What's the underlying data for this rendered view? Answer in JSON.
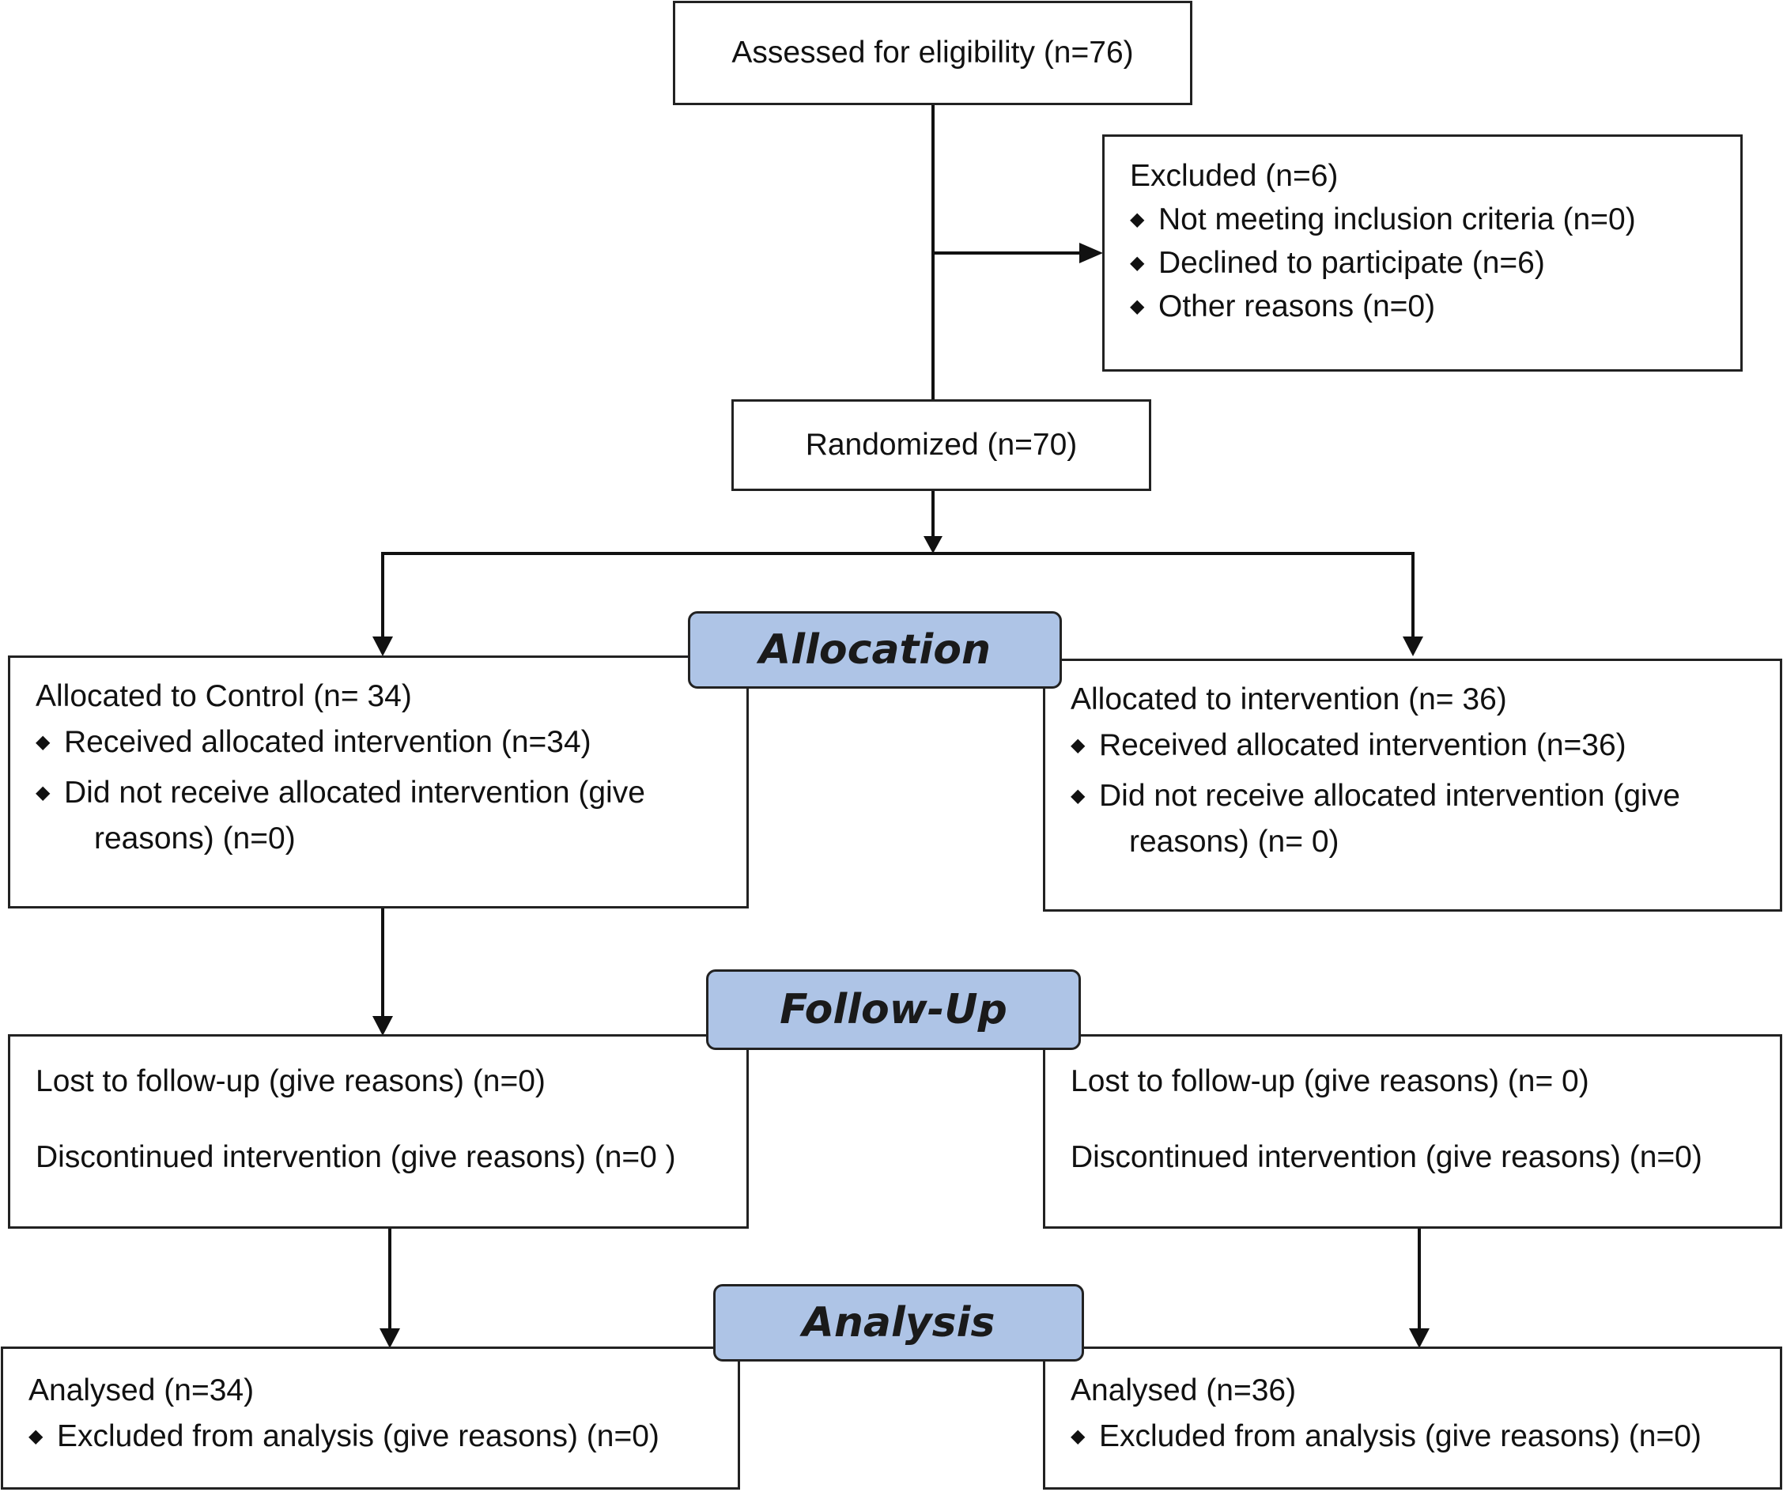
{
  "enrollment": {
    "assessed": "Assessed for eligibility (n=76)",
    "excluded": {
      "title": "Excluded (n=6)",
      "items": [
        "Not meeting inclusion criteria (n=0)",
        "Declined to participate (n=6)",
        "Other reasons (n=0)"
      ]
    },
    "randomized": "Randomized (n=70)"
  },
  "stages": {
    "allocation": "Allocation",
    "follow_up": "Follow-Up",
    "analysis": "Analysis"
  },
  "control": {
    "allocation": {
      "title": "Allocated to Control (n= 34)",
      "received": "Received allocated intervention (n=34)",
      "not_received_1": "Did not receive allocated intervention (give",
      "not_received_2": "reasons) (n=0)"
    },
    "follow_up": {
      "lost": "Lost to follow-up (give reasons) (n=0)",
      "discontinued": "Discontinued intervention (give reasons) (n=0 )"
    },
    "analysis": {
      "title": "Analysed (n=34)",
      "excluded": "Excluded from analysis (give reasons) (n=0)"
    }
  },
  "intervention": {
    "allocation": {
      "title": "Allocated to intervention (n= 36)",
      "received": "Received allocated intervention (n=36)",
      "not_received_1": "Did not receive allocated intervention (give",
      "not_received_2": "reasons) (n= 0)"
    },
    "follow_up": {
      "lost": "Lost to follow-up (give reasons) (n= 0)",
      "discontinued": "Discontinued intervention (give reasons) (n=0)"
    },
    "analysis": {
      "title": "Analysed (n=36)",
      "excluded": "Excluded from analysis (give reasons) (n=0)"
    }
  },
  "colors": {
    "stage_fill": "#aec4e6",
    "line": "#111111"
  }
}
